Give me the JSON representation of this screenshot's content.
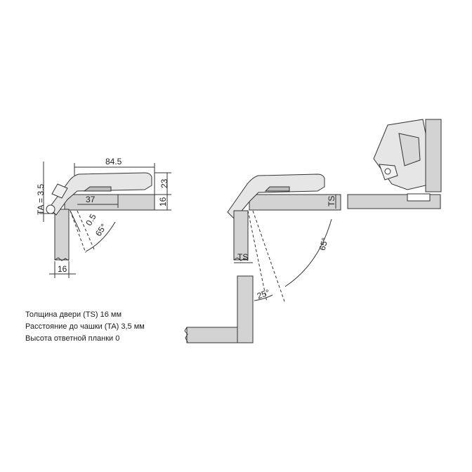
{
  "dimensions": {
    "width_top": "84.5",
    "cup_offset": "37",
    "height_right": "23",
    "panel_thickness": "16",
    "door_thickness": "16",
    "ta_label": "TA = 3.5",
    "gap": "0.5",
    "angle_small": "65°",
    "ts_label": "TS",
    "ts_label_2": "TS",
    "angle_large": "65°",
    "angle_25": "25°"
  },
  "specs": [
    "Толщина двери (TS) 16 мм",
    "Расстояние до чашки (TA) 3,5 мм",
    "Высота ответной планки 0"
  ],
  "colors": {
    "panel_fill": "#d3d3d3",
    "line": "#333333",
    "hinge_fill": "#e6e6e6"
  }
}
